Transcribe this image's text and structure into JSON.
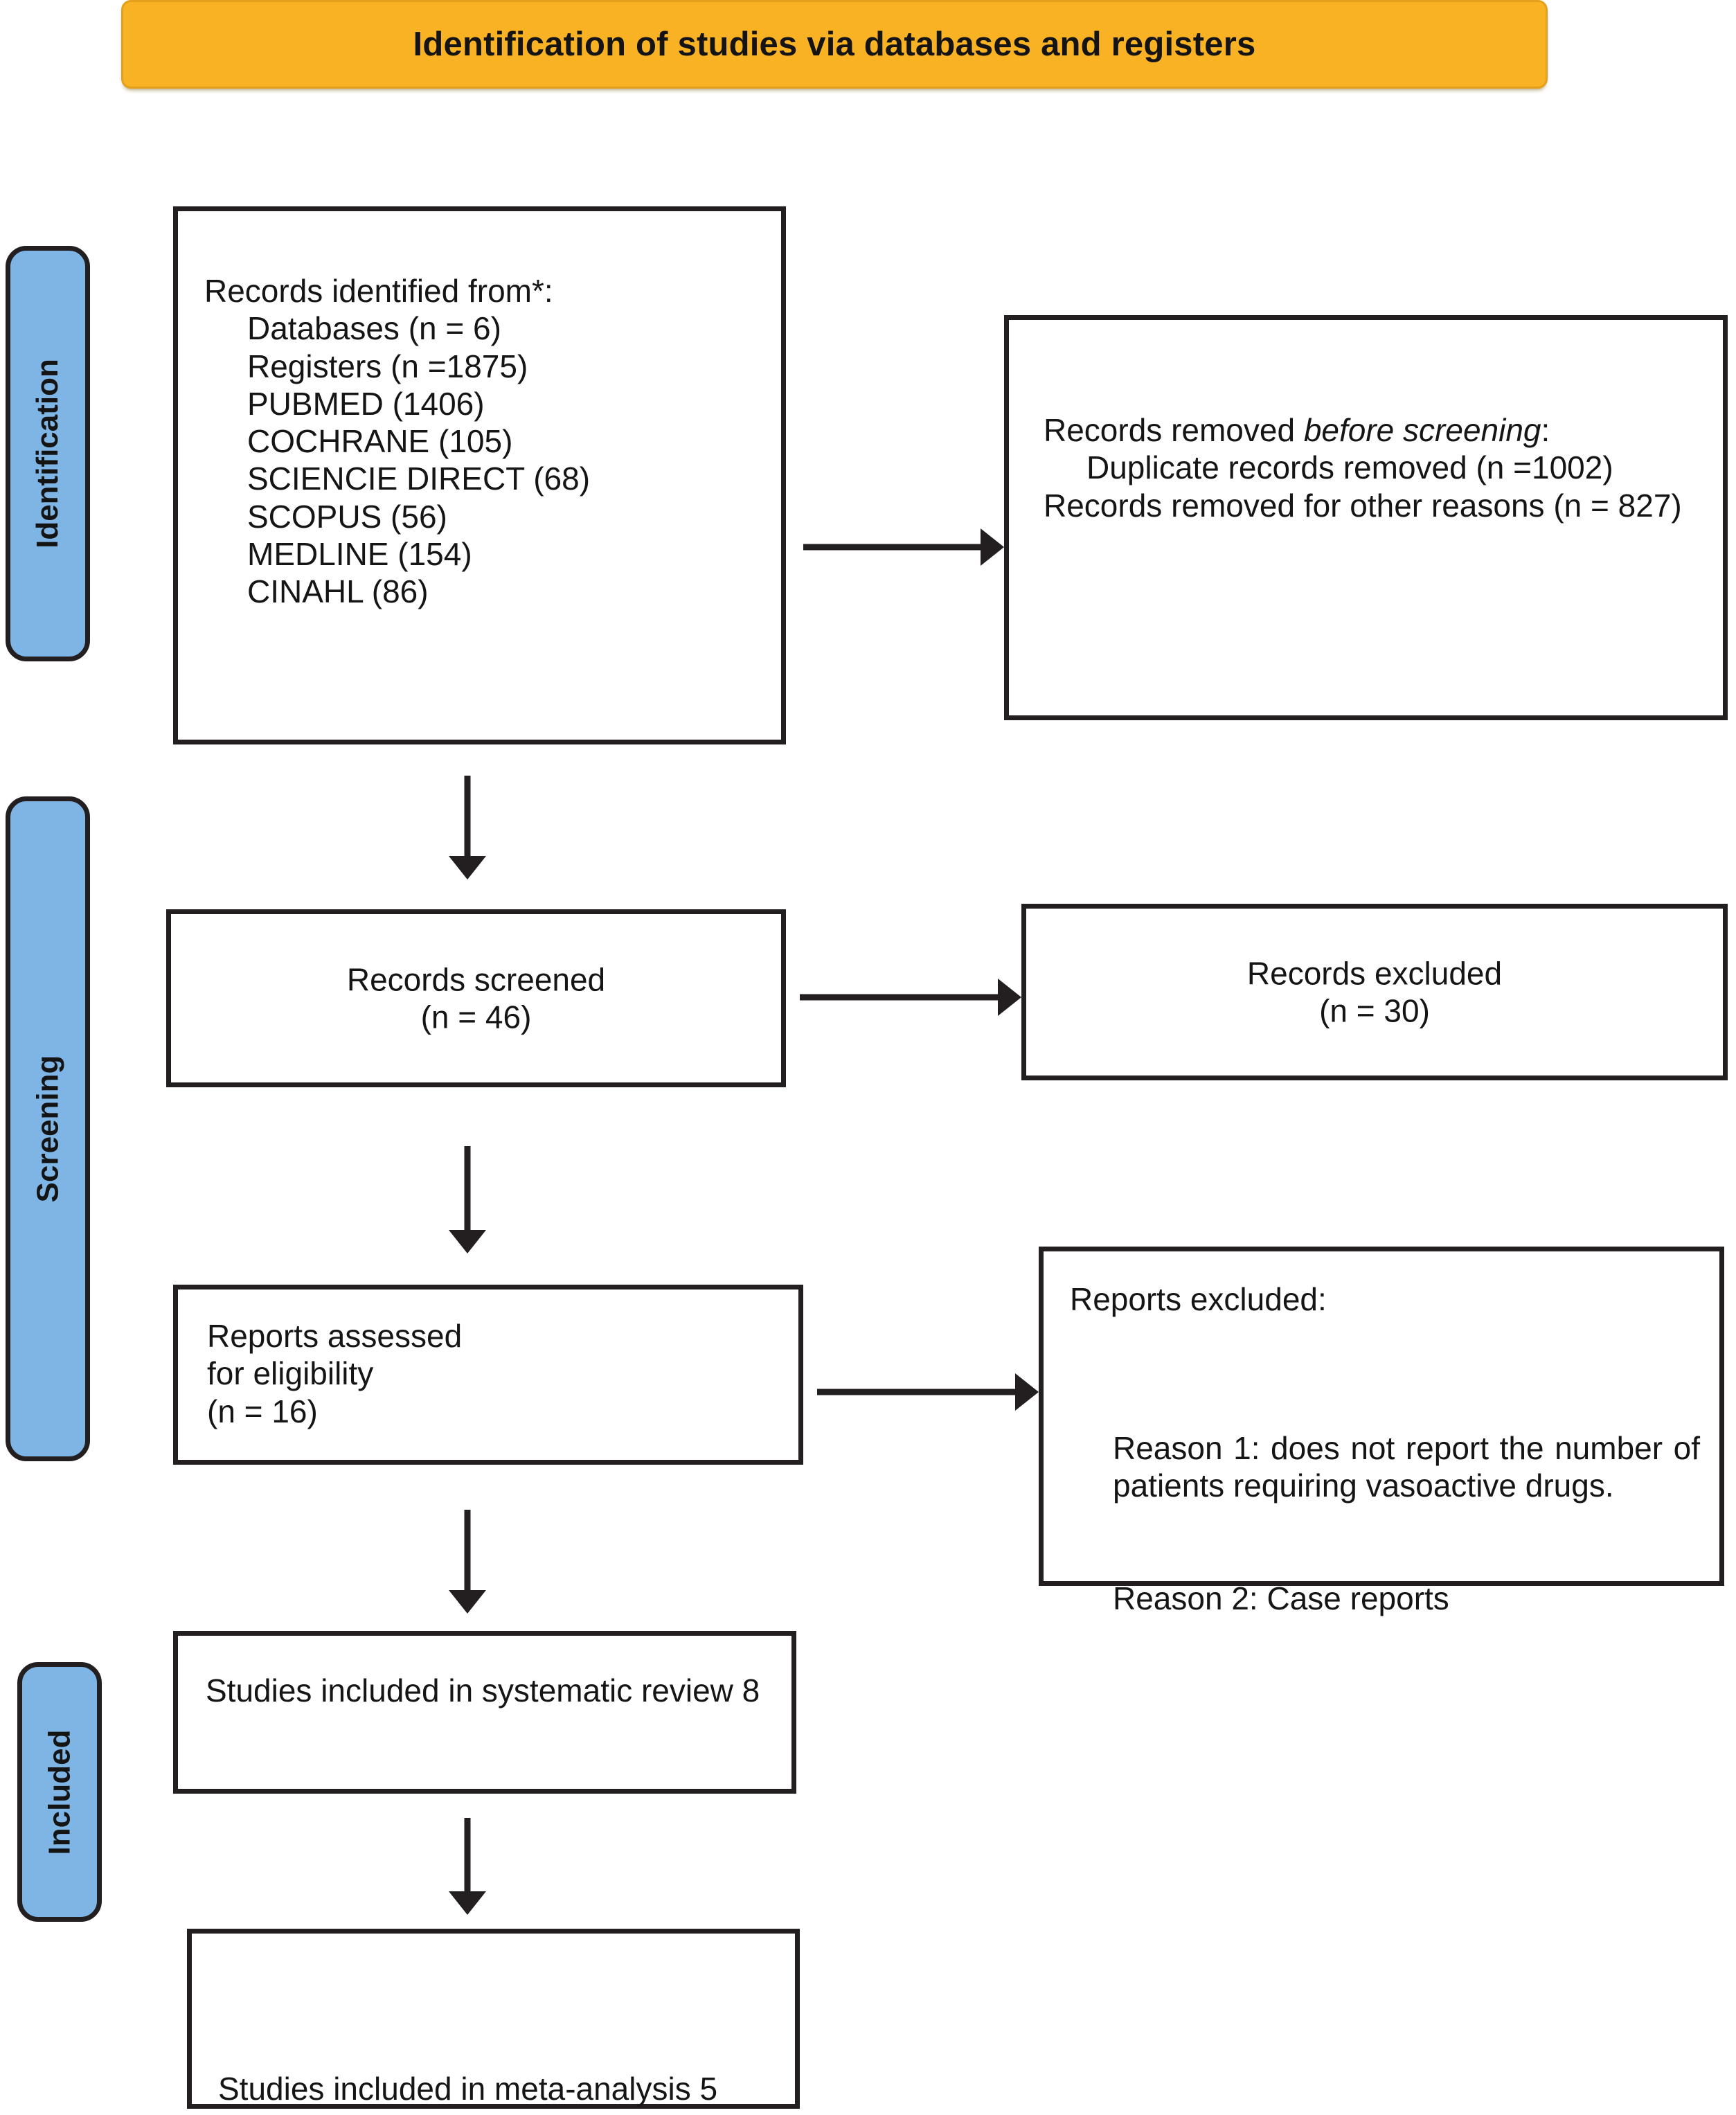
{
  "banner": {
    "title": "Identification of studies via databases and registers"
  },
  "colors": {
    "banner_background": "#F8B223",
    "tab_background": "#7FB5E5",
    "border": "#231F20",
    "text": "#151515",
    "page_background": "#FFFFFF"
  },
  "phases": [
    {
      "id": "identification",
      "label": "Identification"
    },
    {
      "id": "screening",
      "label": "Screening"
    },
    {
      "id": "included",
      "label": "Included"
    }
  ],
  "boxes": {
    "identified": {
      "heading": "Records identified from*:",
      "lines": [
        "Databases (n = 6)",
        "Registers (n =1875)",
        "PUBMED (1406)",
        "COCHRANE (105)",
        "SCIENCIE DIRECT (68)",
        "SCOPUS (56)",
        "MEDLINE (154)",
        "CINAHL (86)"
      ]
    },
    "removed": {
      "heading_before": "Records removed ",
      "heading_italic": "before screening",
      "heading_after": ":",
      "line1": "Duplicate records removed (n =1002)",
      "line2": "Records removed for other reasons (n = 827)"
    },
    "screened": {
      "line1": "Records screened",
      "line2": "(n = 46)"
    },
    "excluded": {
      "line1": "Records excluded",
      "line2": "(n = 30)"
    },
    "eligibility": {
      "line1": "Reports assessed for eligibility",
      "line2": "(n = 16)"
    },
    "reports_excluded": {
      "heading": "Reports excluded:",
      "reason1": "Reason 1: does not report the number of patients requiring vasoactive drugs.",
      "reason2": "Reason 2: Case reports"
    },
    "systematic": {
      "text": "Studies included in systematic review 8"
    },
    "meta": {
      "text": "Studies included in meta-analysis 5"
    }
  },
  "connectors": [
    {
      "id": "identified-to-removed",
      "direction": "right"
    },
    {
      "id": "identified-to-screened",
      "direction": "down"
    },
    {
      "id": "screened-to-excluded",
      "direction": "right"
    },
    {
      "id": "screened-to-eligibility",
      "direction": "down"
    },
    {
      "id": "eligibility-to-reports-excluded",
      "direction": "right"
    },
    {
      "id": "eligibility-to-systematic",
      "direction": "down"
    },
    {
      "id": "systematic-to-meta",
      "direction": "down"
    }
  ],
  "chart_data": {
    "type": "diagram",
    "title": "Identification of studies via databases and registers",
    "nodes": [
      {
        "id": "identified",
        "phase": "Identification",
        "label": "Records identified from*",
        "counts": {
          "Databases": 6,
          "Registers": 1875,
          "PUBMED": 1406,
          "COCHRANE": 105,
          "SCIENCIE DIRECT": 68,
          "SCOPUS": 56,
          "MEDLINE": 154,
          "CINAHL": 86
        }
      },
      {
        "id": "removed",
        "phase": "Identification",
        "label": "Records removed before screening",
        "counts": {
          "Duplicate records removed": 1002,
          "Records removed for other reasons": 827
        }
      },
      {
        "id": "screened",
        "phase": "Screening",
        "label": "Records screened",
        "n": 46
      },
      {
        "id": "excluded",
        "phase": "Screening",
        "label": "Records excluded",
        "n": 30
      },
      {
        "id": "eligibility",
        "phase": "Screening",
        "label": "Reports assessed for eligibility",
        "n": 16
      },
      {
        "id": "reports_excluded",
        "phase": "Screening",
        "label": "Reports excluded",
        "reasons": [
          "Reason 1: does not report the number of patients requiring vasoactive drugs.",
          "Reason 2: Case reports"
        ]
      },
      {
        "id": "systematic",
        "phase": "Included",
        "label": "Studies included in systematic review",
        "n": 8
      },
      {
        "id": "meta",
        "phase": "Included",
        "label": "Studies included in meta-analysis",
        "n": 5
      }
    ],
    "edges": [
      {
        "from": "identified",
        "to": "removed"
      },
      {
        "from": "identified",
        "to": "screened"
      },
      {
        "from": "screened",
        "to": "excluded"
      },
      {
        "from": "screened",
        "to": "eligibility"
      },
      {
        "from": "eligibility",
        "to": "reports_excluded"
      },
      {
        "from": "eligibility",
        "to": "systematic"
      },
      {
        "from": "systematic",
        "to": "meta"
      }
    ]
  }
}
